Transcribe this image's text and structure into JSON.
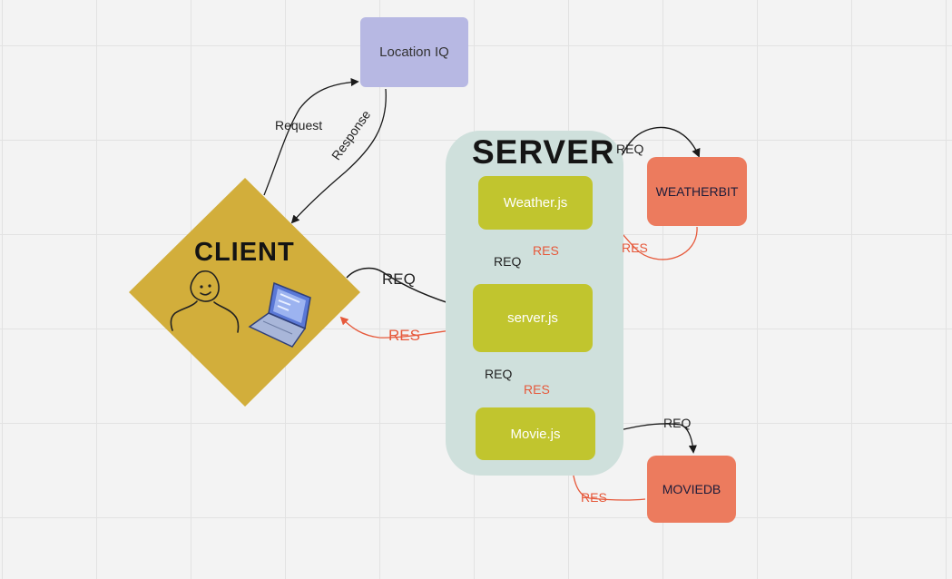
{
  "nodes": {
    "location_iq": "Location IQ",
    "server_title": "SERVER",
    "weather_js": "Weather.js",
    "server_js": "server.js",
    "movie_js": "Movie.js",
    "weatherbit": "WEATHERBIT",
    "moviedb": "MOVIEDB",
    "client": "CLIENT"
  },
  "labels": {
    "request": "Request",
    "response": "Response",
    "client_req": "REQ",
    "client_res": "RES",
    "weatherbit_req": "REQ",
    "weatherbit_res": "RES",
    "weather_req": "REQ",
    "weather_res": "RES",
    "movie_req": "REQ",
    "movie_res": "RES",
    "moviedb_req": "REQ",
    "moviedb_res": "RES"
  },
  "colors": {
    "location_iq": "#b7b8e3",
    "server_container": "#cfe0dc",
    "js_module": "#c1c52e",
    "external_api": "#ec7b5e",
    "client": "#d2ae3b",
    "req_arrow": "#1a1a1a",
    "res_arrow": "#e6593b"
  },
  "icons": [
    "person-sketch-icon",
    "laptop-icon"
  ]
}
